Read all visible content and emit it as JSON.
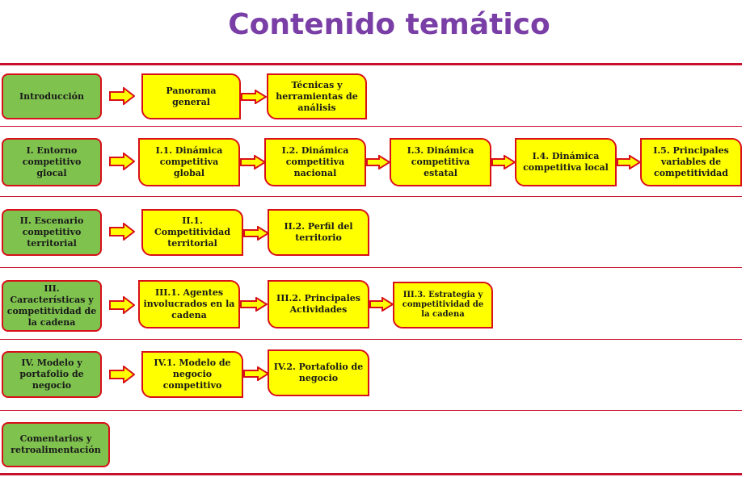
{
  "title": "Contenido temático",
  "colors": {
    "title": "#7a3fa6",
    "green": "#7fc24e",
    "yellow": "#ffff00",
    "border": "#d8101a"
  },
  "rows": [
    {
      "section": "Introducción",
      "items": [
        "Panorama general",
        "Técnicas y herramientas de análisis"
      ]
    },
    {
      "section": "I. Entorno competitivo glocal",
      "items": [
        "I.1. Dinámica competitiva global",
        "I.2. Dinámica competitiva nacional",
        "I.3. Dinámica competitiva estatal",
        "I.4. Dinámica competitiva local",
        "I.5. Principales variables de competitividad"
      ]
    },
    {
      "section": "II. Escenario competitivo territorial",
      "items": [
        "II.1. Competitividad territorial",
        "II.2. Perfil del territorio"
      ]
    },
    {
      "section": "III. Características y competitividad de la cadena",
      "items": [
        "III.1. Agentes involucrados en la cadena",
        "III.2. Principales Actividades",
        "III.3. Estrategia y competitividad de la cadena"
      ]
    },
    {
      "section": "IV. Modelo y portafolio de negocio",
      "items": [
        "IV.1. Modelo de negocio competitivo",
        "IV.2. Portafolio de negocio"
      ]
    },
    {
      "section": "Comentarios y retroalimentación",
      "items": []
    }
  ]
}
